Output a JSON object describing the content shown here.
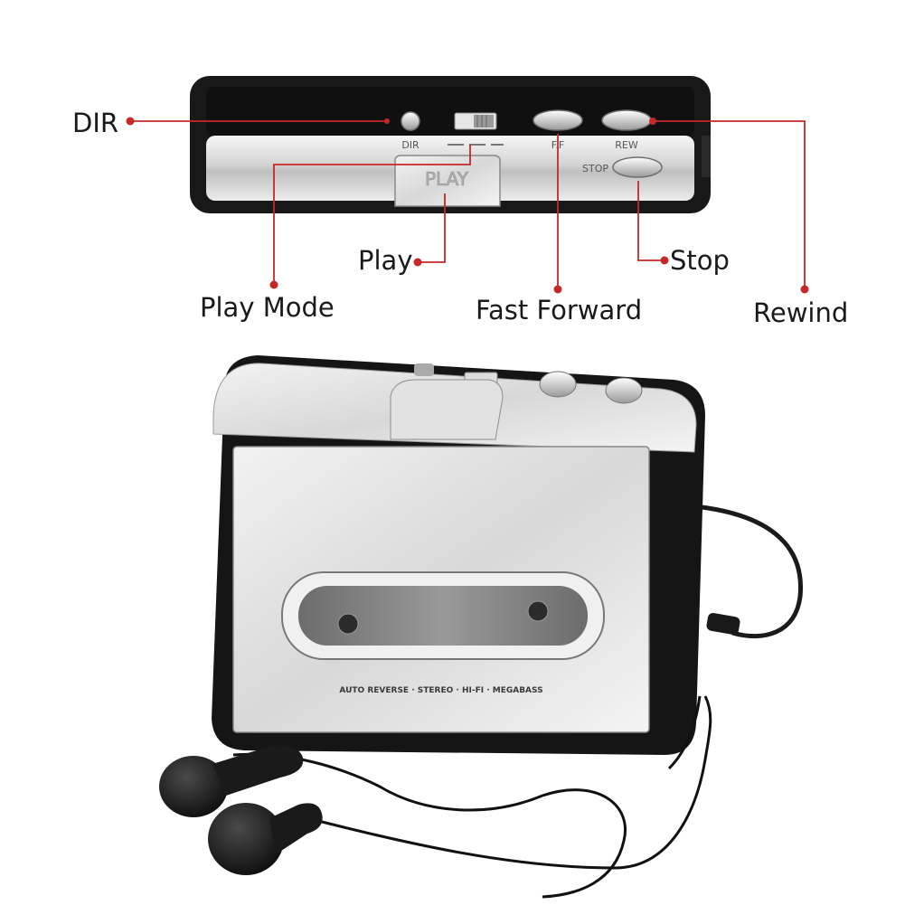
{
  "callouts": {
    "dir": "DIR",
    "play": "Play",
    "play_mode": "Play Mode",
    "fast_forward": "Fast Forward",
    "stop": "Stop",
    "rewind": "Rewind"
  },
  "device_printing": {
    "top_dir": "DIR",
    "top_ff": "F.F",
    "top_rew": "REW",
    "top_stop": "STOP",
    "play_button": "PLAY",
    "front_features": "AUTO REVERSE · STEREO · HI-FI · MEGABASS"
  },
  "colors": {
    "callout_line": "#c62828",
    "label_text": "#1a1a1a",
    "device_body": "#1c1c1c",
    "chrome": "#d9d9d9"
  }
}
